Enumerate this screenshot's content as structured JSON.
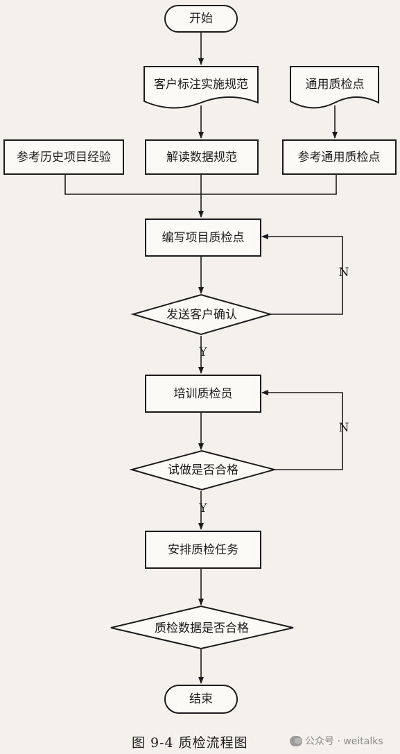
{
  "diagram": {
    "nodes": {
      "start": "开始",
      "customer_spec": "客户标注实施规范",
      "general_qc_points": "通用质检点",
      "history_experience": "参考历史项目经验",
      "read_spec": "解读数据规范",
      "ref_general_qc": "参考通用质检点",
      "write_qc_points": "编写项目质检点",
      "send_confirm": "发送客户确认",
      "train_inspectors": "培训质检员",
      "trial_pass": "试做是否合格",
      "assign_tasks": "安排质检任务",
      "data_pass": "质检数据是否合格",
      "end": "结束"
    },
    "labels": {
      "yes_1": "Y",
      "no_1": "N",
      "yes_2": "Y",
      "no_2": "N"
    }
  },
  "caption": "图 9-4    质检流程图",
  "watermark": "公众号 · weitalks"
}
